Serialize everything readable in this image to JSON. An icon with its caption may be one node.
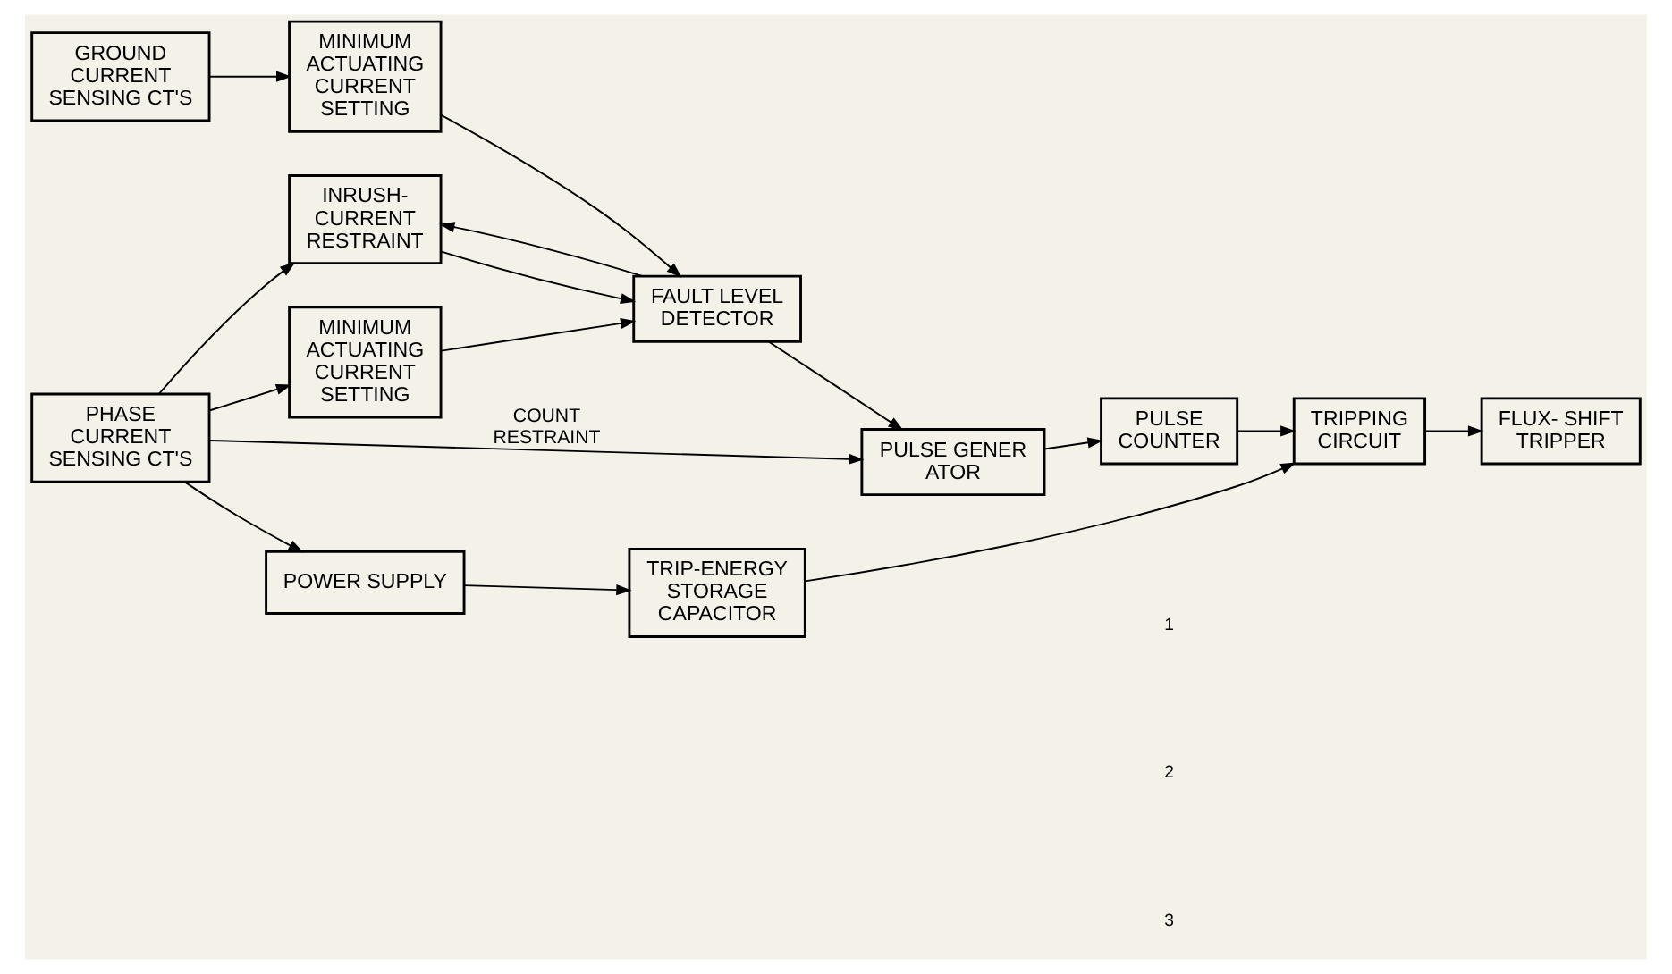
{
  "diagram": {
    "nodes": [
      {
        "text": [
          "GROUND CURRENT SENSING CT'S"
        ]
      },
      {
        "text": [
          "MINIMUM ACTUATING CURRENT SETTING"
        ]
      },
      {
        "text": [
          "FAULT LEVEL DETECTOR"
        ]
      },
      {
        "text": [
          "PULSE GENER ATOR"
        ]
      },
      {
        "text": [
          "PULSE COUNTER"
        ]
      },
      {
        "text": [
          "TRIPPING CIRCUIT"
        ]
      },
      {
        "text": [
          "FLUX- SHIFT TRIPPER"
        ]
      },
      {
        "text": [
          "PHASE CURRENT SENSING CT'S"
        ]
      },
      {
        "text": [
          "MINIMUM ACTUATING CURRENT SETTING"
        ]
      },
      {
        "text": [
          "TRIP-ENERGY STORAGE CAPACITOR"
        ]
      },
      {
        "text": [
          "POWER SUPPLY"
        ]
      },
      {
        "text": [
          "INRUSH- CURRENT RESTRAINT"
        ]
      }
    ],
    "edges": [
      {
        "from": 0,
        "to": 1,
        "arrow": "to"
      },
      {
        "from": 1,
        "to": 2,
        "arrow": "to"
      },
      {
        "from": 2,
        "to": 3,
        "arrow": "to"
      },
      {
        "from": 3,
        "to": 4,
        "arrow": "to"
      },
      {
        "from": 4,
        "to": 5,
        "arrow": "to"
      },
      {
        "from": 5,
        "to": 6,
        "arrow": "to"
      },
      {
        "from": 7,
        "to": 8,
        "arrow": "to"
      },
      {
        "from": 8,
        "to": 2,
        "arrow": "to"
      },
      {
        "from": 7,
        "to": 3,
        "arrow": "to",
        "label": "COUNT RESTRAINT"
      },
      {
        "from": 7,
        "to": 10,
        "arrow": "to"
      },
      {
        "from": 7,
        "to": 11,
        "arrow": "to"
      },
      {
        "from": 2,
        "to": 11,
        "arrow": "to"
      },
      {
        "from": 11,
        "to": 2,
        "arrow": "to"
      },
      {
        "from": 10,
        "to": 9,
        "arrow": "to"
      },
      {
        "from": 9,
        "to": 5,
        "arrow": "to"
      }
    ],
    "labels": [
      "1",
      "2",
      "3"
    ]
  }
}
